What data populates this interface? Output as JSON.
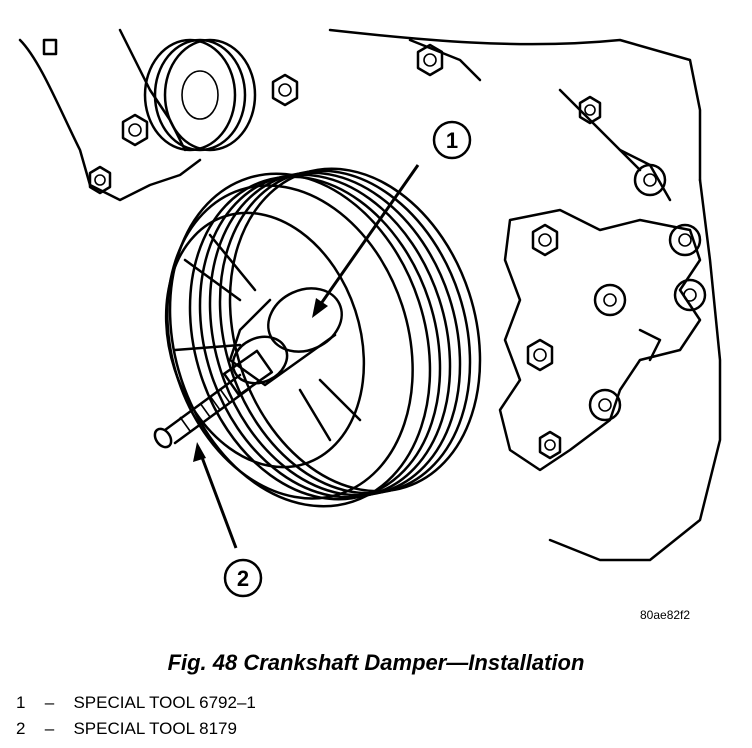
{
  "figure": {
    "callouts": [
      "1",
      "2"
    ],
    "reference_code": "80ae82f2",
    "caption": "Fig. 48 Crankshaft Damper—Installation"
  },
  "legend": [
    {
      "number": "1",
      "dash": "–",
      "text": "SPECIAL TOOL 6792–1"
    },
    {
      "number": "2",
      "dash": "–",
      "text": "SPECIAL TOOL 8179"
    }
  ]
}
